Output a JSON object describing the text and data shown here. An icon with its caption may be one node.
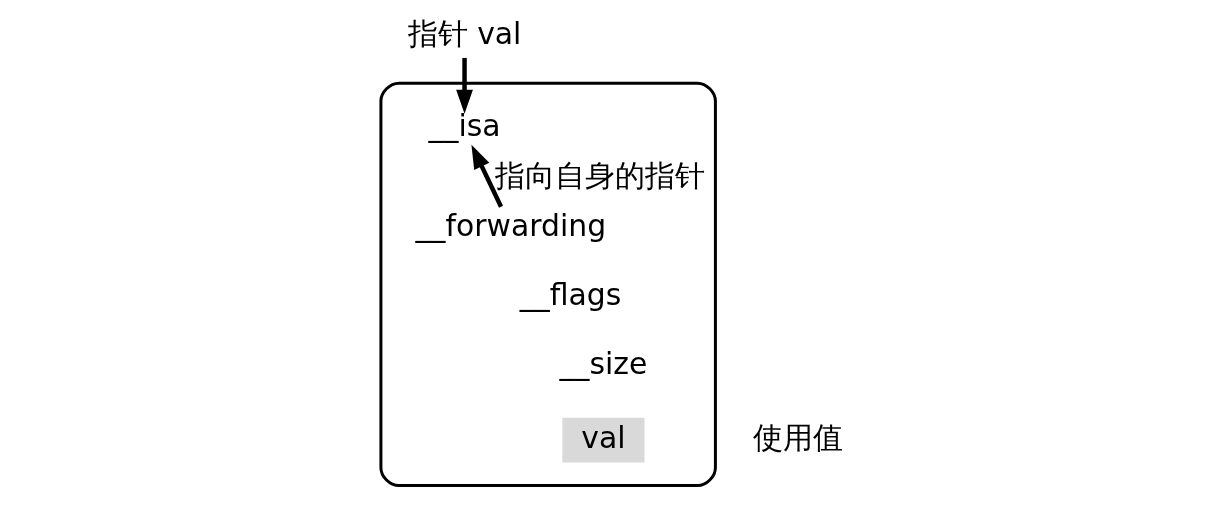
{
  "diagram": {
    "nodes": [
      {
        "text": [],
        "shape": "box"
      },
      {
        "text": [
          "__isa"
        ],
        "in": 0
      },
      {
        "text": [
          "__forwarding"
        ],
        "in": 0
      },
      {
        "text": [
          "__flags"
        ],
        "in": 0
      },
      {
        "text": [
          "__size"
        ],
        "in": 0
      },
      {
        "text": [
          "val"
        ],
        "in": 0,
        "beside": [
          "使用值"
        ]
      },
      {
        "text": [
          "指针 val"
        ]
      }
    ],
    "edges": [
      {
        "from": 6,
        "to": 1,
        "arrow": "to"
      },
      {
        "from": 2,
        "to": 1,
        "arrow": "to",
        "label": "指向自身的指针"
      }
    ]
  }
}
